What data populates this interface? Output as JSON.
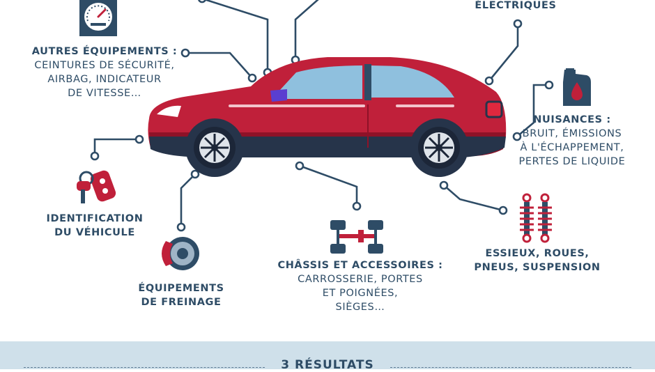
{
  "labels": {
    "electriques": {
      "title": "ÉLECTRIQUES"
    },
    "autres": {
      "title": "AUTRES ÉQUIPEMENTS :",
      "line1": "CEINTURES DE SÉCURITÉ,",
      "line2": "AIRBAG, INDICATEUR",
      "line3": "DE VITESSE…"
    },
    "nuisances": {
      "title": "NUISANCES :",
      "line1": "BRUIT, ÉMISSIONS",
      "line2": "À L'ÉCHAPPEMENT,",
      "line3": "PERTES DE LIQUIDE"
    },
    "identification": {
      "line1": "IDENTIFICATION",
      "line2": "DU VÉHICULE"
    },
    "freinage": {
      "line1": "ÉQUIPEMENTS",
      "line2": "DE FREINAGE"
    },
    "chassis": {
      "title": "CHÂSSIS ET ACCESSOIRES :",
      "line1": "CARROSSERIE, PORTES",
      "line2": "ET POIGNÉES,",
      "line3": "SIÈGES…"
    },
    "essieux": {
      "line1": "ESSIEUX, ROUES,",
      "line2": "PNEUS, SUSPENSION"
    }
  },
  "footer": {
    "title": "3 RÉSULTATS"
  },
  "colors": {
    "navy": "#2e4c66",
    "car_red": "#c0203a",
    "dark_red": "#8e1228",
    "footer_bg": "#cfe0ea"
  },
  "icons": [
    "speedometer-icon",
    "oil-can-icon",
    "car-key-icon",
    "brake-disc-icon",
    "chassis-axle-icon",
    "shock-absorber-icon"
  ]
}
